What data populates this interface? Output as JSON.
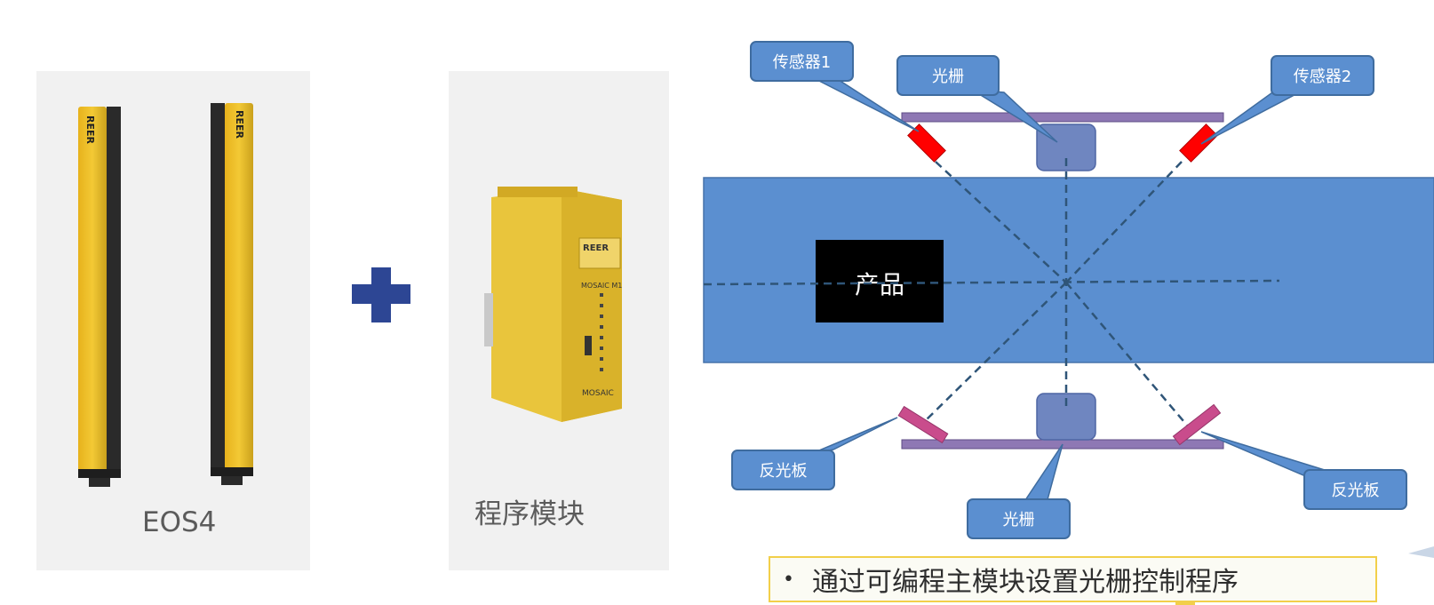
{
  "left_panel": {
    "caption": "EOS4",
    "brand": "REER"
  },
  "middle_panel": {
    "caption": "程序模块",
    "device_brand": "REER",
    "device_model": "MOSAIC M1",
    "device_series": "MOSAIC"
  },
  "diagram": {
    "product_label": "产品",
    "callouts": {
      "sensor1": "传感器1",
      "light_curtain_top": "光栅",
      "sensor2": "传感器2",
      "reflector_left": "反光板",
      "light_curtain_bottom": "光栅",
      "reflector_right": "反光板"
    }
  },
  "bullet": {
    "marker": "•",
    "text": "通过可编程主模块设置光栅控制程序"
  },
  "colors": {
    "belt": "#5b8fd0",
    "bar": "#8e78b4",
    "sensor": "#ff0000",
    "reflector": "#c94c8c",
    "emitter": "#6f86c0",
    "plus": "#2d4694"
  }
}
